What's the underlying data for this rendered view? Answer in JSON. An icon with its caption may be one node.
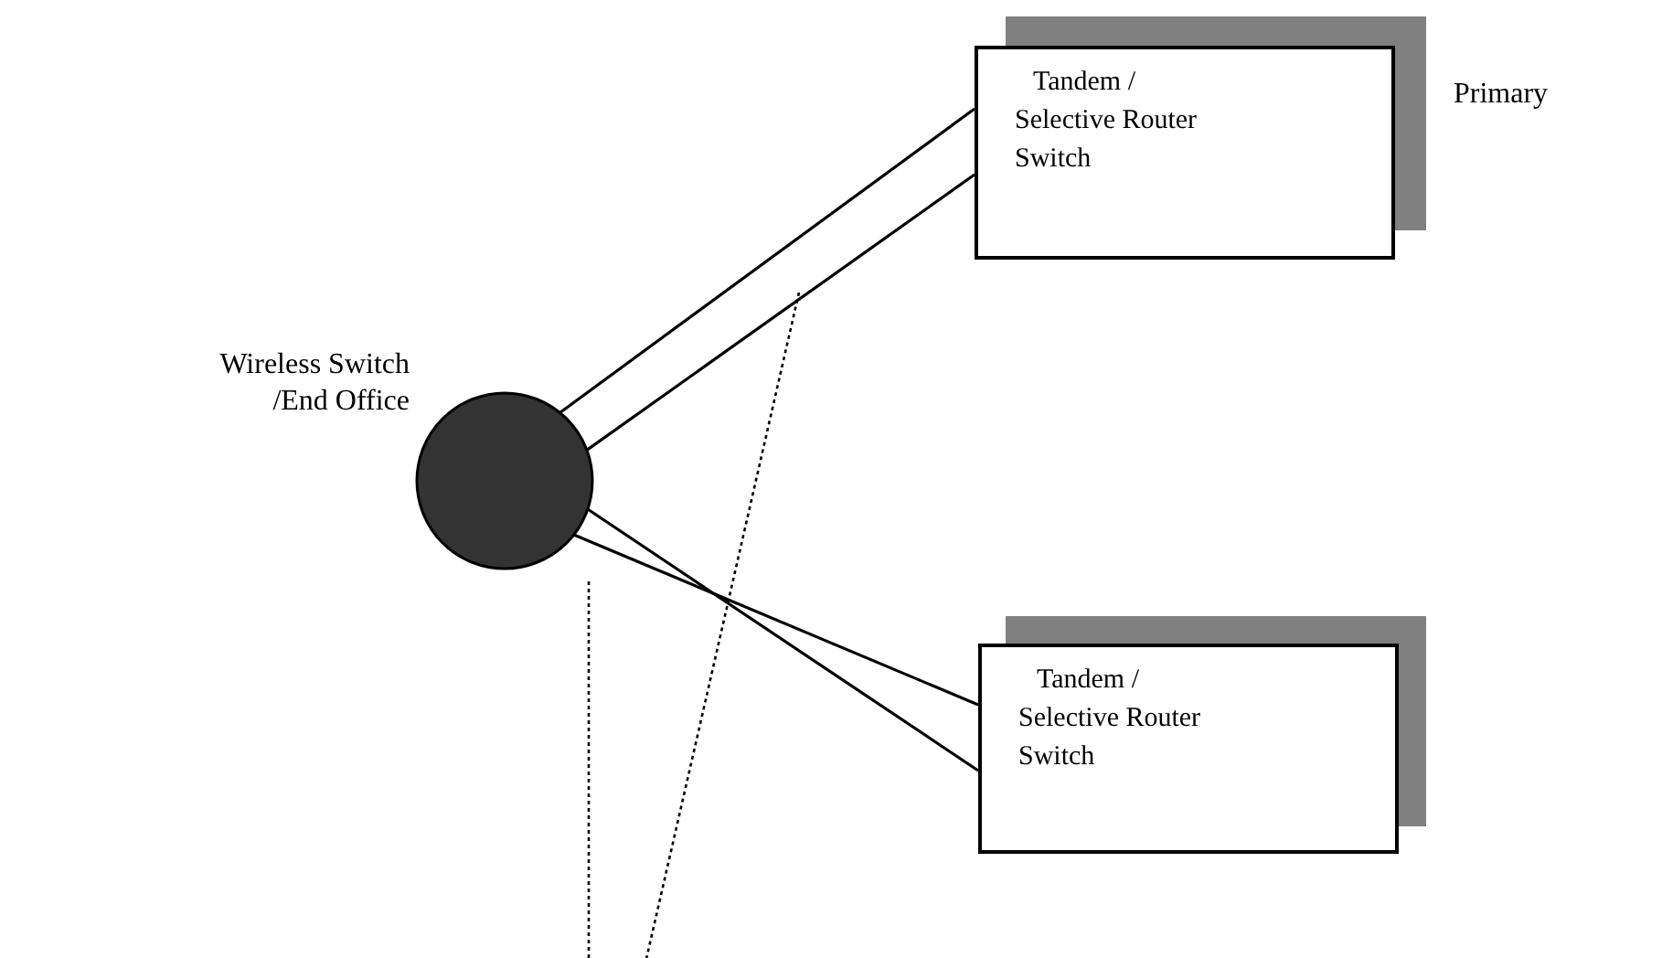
{
  "diagram": {
    "nodes": [
      {
        "text": [],
        "shape": "circle",
        "beside": [
          "Wireless Switch /End Office"
        ]
      },
      {
        "text": [
          "Tandem / Selective Router Switch"
        ],
        "beside": [
          "Primary"
        ]
      },
      {
        "text": [
          "Tandem / Selective Router Switch"
        ]
      }
    ],
    "edges": [
      {
        "from": 0,
        "to": 1,
        "arrow": "none"
      },
      {
        "from": 0,
        "to": 1,
        "arrow": "none"
      },
      {
        "from": 0,
        "to": 2,
        "arrow": "none"
      },
      {
        "from": 0,
        "to": 2,
        "arrow": "none"
      }
    ]
  }
}
